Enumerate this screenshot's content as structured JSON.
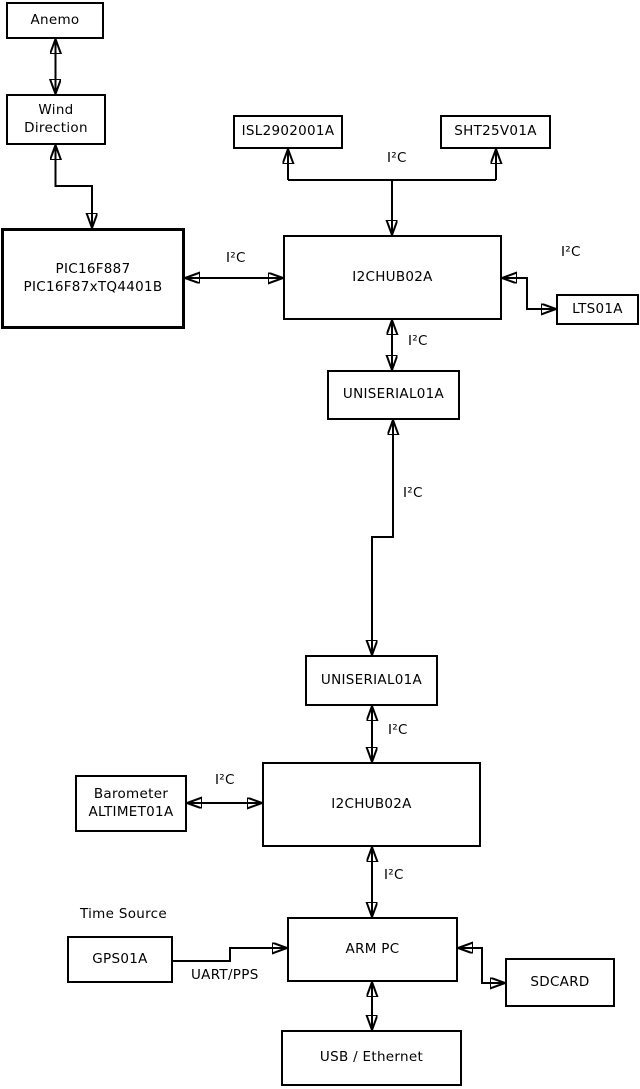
{
  "diagram": {
    "background_color": "#ffffff",
    "line_color": "#000000",
    "nodes": {
      "anemo": {
        "label": "Anemo"
      },
      "wind": {
        "label": "Wind\nDirection"
      },
      "pic": {
        "label": "PIC16F887\nPIC16F87xTQ4401B"
      },
      "isl": {
        "label": "ISL2902001A"
      },
      "sht": {
        "label": "SHT25V01A"
      },
      "hub1": {
        "label": "I2CHUB02A"
      },
      "lts": {
        "label": "LTS01A"
      },
      "uniserial1": {
        "label": "UNISERIAL01A"
      },
      "uniserial2": {
        "label": "UNISERIAL01A"
      },
      "hub2": {
        "label": "I2CHUB02A"
      },
      "barometer": {
        "label": "Barometer\nALTIMET01A"
      },
      "gps": {
        "label": "GPS01A"
      },
      "arm_pc": {
        "label": "ARM PC"
      },
      "sdcard": {
        "label": "SDCARD"
      },
      "usb_ethernet": {
        "label": "USB / Ethernet"
      }
    },
    "labels": {
      "i2c_pic_hub1": "I²C",
      "i2c_sensor_bus": "I²C",
      "i2c_hub1_lts": "I²C",
      "i2c_hub1_uni1": "I²C",
      "i2c_uni_link": "I²C",
      "i2c_uni2_hub2": "I²C",
      "i2c_baro_hub2": "I²C",
      "i2c_hub2_arm": "I²C",
      "time_source": "Time Source",
      "uart_pps": "UART/PPS"
    },
    "edges": [
      {
        "from": "anemo",
        "to": "wind",
        "bidirectional": true,
        "label": ""
      },
      {
        "from": "wind",
        "to": "pic",
        "bidirectional": true,
        "label": ""
      },
      {
        "from": "pic",
        "to": "hub1",
        "bidirectional": true,
        "label": "I²C"
      },
      {
        "from": "hub1",
        "to": "isl",
        "bidirectional": false,
        "label": "I²C"
      },
      {
        "from": "hub1",
        "to": "sht",
        "bidirectional": false,
        "label": "I²C"
      },
      {
        "from": "hub1",
        "to": "lts",
        "bidirectional": true,
        "label": "I²C"
      },
      {
        "from": "hub1",
        "to": "uniserial1",
        "bidirectional": true,
        "label": "I²C"
      },
      {
        "from": "uniserial1",
        "to": "uniserial2",
        "bidirectional": true,
        "label": "I²C"
      },
      {
        "from": "uniserial2",
        "to": "hub2",
        "bidirectional": true,
        "label": "I²C"
      },
      {
        "from": "barometer",
        "to": "hub2",
        "bidirectional": true,
        "label": "I²C"
      },
      {
        "from": "hub2",
        "to": "arm_pc",
        "bidirectional": true,
        "label": "I²C"
      },
      {
        "from": "gps",
        "to": "arm_pc",
        "bidirectional": false,
        "label": "UART/PPS"
      },
      {
        "from": "arm_pc",
        "to": "sdcard",
        "bidirectional": true,
        "label": ""
      },
      {
        "from": "arm_pc",
        "to": "usb_ethernet",
        "bidirectional": true,
        "label": ""
      }
    ]
  }
}
